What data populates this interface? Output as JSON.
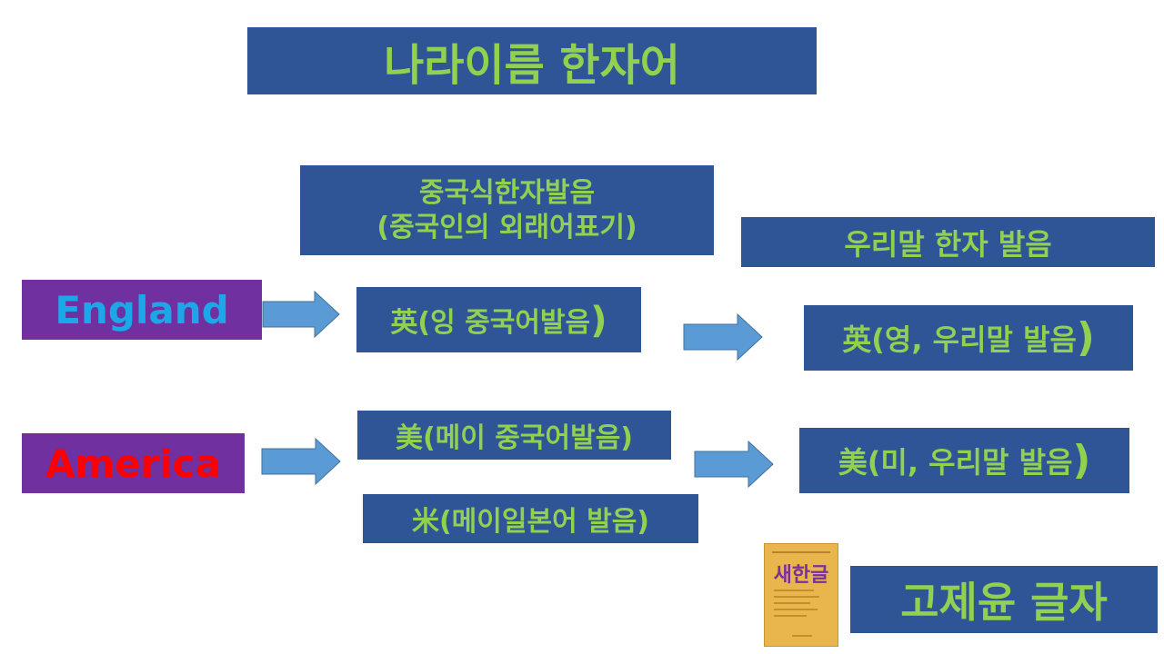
{
  "title": "나라이름 한자어",
  "headers": {
    "chinese_line1": "중국식한자발음",
    "chinese_line2": "(중국인의 외래어표기)",
    "korean": "우리말 한자 발음"
  },
  "countries": {
    "england": "England",
    "america": "America"
  },
  "england": {
    "chinese_main": "英(잉 중국어발음",
    "korean_main": "英(영, 우리말 발음",
    "close_paren": ")"
  },
  "america": {
    "chinese": "美(메이 중국어발음)",
    "japanese": "米(메이일본어 발음)",
    "korean_main": "美(미, 우리말 발음",
    "close_paren": ")"
  },
  "book": {
    "title": "새한글"
  },
  "author": "고제윤 글자",
  "colors": {
    "box_fill": "#2f5597",
    "box_text": "#92d050",
    "label_fill": "#7030a0",
    "england_text": "#1ba7e8",
    "america_text": "#ff0000",
    "arrow_fill": "#5b9bd5"
  }
}
